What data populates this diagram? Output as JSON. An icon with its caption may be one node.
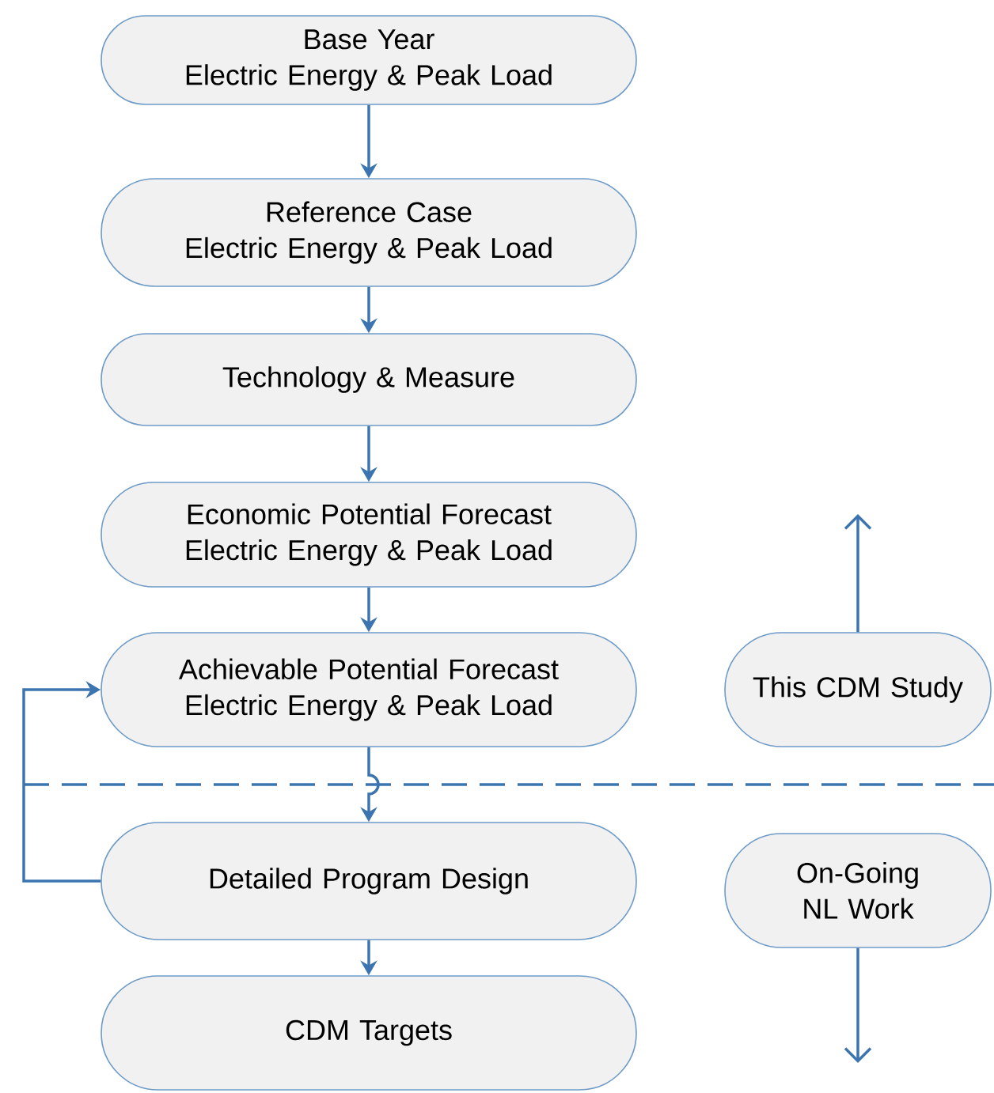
{
  "diagram": {
    "nodes": [
      {
        "text": [
          "Base Year",
          "Electric Energy & Peak Load"
        ]
      },
      {
        "text": [
          "Reference Case",
          "Electric Energy & Peak Load"
        ]
      },
      {
        "text": [
          "Technology & Measure"
        ]
      },
      {
        "text": [
          "Economic Potential Forecast",
          "Electric Energy & Peak Load"
        ]
      },
      {
        "text": [
          "Achievable Potential Forecast",
          "Electric Energy & Peak Load"
        ]
      },
      {
        "text": [
          "Detailed Program Design"
        ]
      },
      {
        "text": [
          "CDM Targets"
        ]
      },
      {
        "text": [
          "This CDM Study"
        ]
      },
      {
        "text": [
          "On-Going NL Work"
        ]
      }
    ],
    "edges": [
      {
        "from": 0,
        "to": 1,
        "arrow": "to"
      },
      {
        "from": 1,
        "to": 2,
        "arrow": "to"
      },
      {
        "from": 2,
        "to": 3,
        "arrow": "to"
      },
      {
        "from": 3,
        "to": 4,
        "arrow": "to"
      },
      {
        "from": 4,
        "to": 5,
        "arrow": "to"
      },
      {
        "from": 5,
        "to": 6,
        "arrow": "to"
      },
      {
        "from": 5,
        "to": 4,
        "arrow": "to"
      },
      {
        "from": 7,
        "to": null,
        "arrow": "to"
      },
      {
        "from": 8,
        "to": null,
        "arrow": "to"
      }
    ]
  }
}
